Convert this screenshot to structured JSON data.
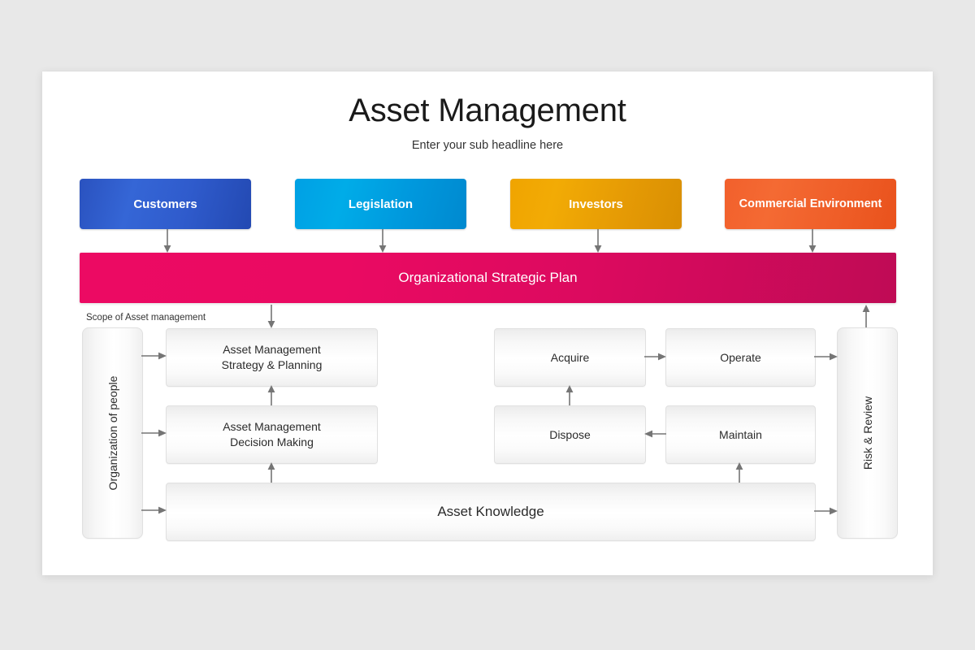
{
  "slide": {
    "title": "Asset Management",
    "subtitle": "Enter your sub headline here",
    "background_color": "#e8e8e8",
    "card_color": "#ffffff"
  },
  "drivers": {
    "boxes": [
      {
        "label": "Customers",
        "color": "#2f5bcc"
      },
      {
        "label": "Legislation",
        "color": "#0098dd"
      },
      {
        "label": "Investors",
        "color": "#e59a05"
      },
      {
        "label": "Commercial Environment",
        "color": "#ef5e28"
      }
    ]
  },
  "strategic_plan": {
    "label": "Organizational Strategic Plan",
    "color": "#dc0a5f"
  },
  "scope": {
    "caption": "Scope of Asset management"
  },
  "pillars": {
    "left_vertical": "Organization of people",
    "right_vertical": "Risk & Review"
  },
  "process": {
    "strategy": "Asset Management\nStrategy & Planning",
    "strategy_line1": "Asset Management",
    "strategy_line2": "Strategy & Planning",
    "decision_line1": "Asset Management",
    "decision_line2": "Decision Making",
    "knowledge": "Asset Knowledge"
  },
  "lifecycle": {
    "acquire": "Acquire",
    "operate": "Operate",
    "maintain": "Maintain",
    "dispose": "Dispose"
  },
  "chart_data": {
    "type": "diagram",
    "title": "Asset Management",
    "subtitle": "Enter your sub headline here",
    "nodes": [
      {
        "id": "customers",
        "label": "Customers",
        "group": "drivers",
        "color": "#2f5bcc"
      },
      {
        "id": "legislation",
        "label": "Legislation",
        "group": "drivers",
        "color": "#0098dd"
      },
      {
        "id": "investors",
        "label": "Investors",
        "group": "drivers",
        "color": "#e59a05"
      },
      {
        "id": "commercial",
        "label": "Commercial Environment",
        "group": "drivers",
        "color": "#ef5e28"
      },
      {
        "id": "strategic",
        "label": "Organizational Strategic Plan",
        "group": "plan",
        "color": "#dc0a5f"
      },
      {
        "id": "org_people",
        "label": "Organization of people",
        "group": "pillar",
        "color": "#f2f2f2"
      },
      {
        "id": "risk_review",
        "label": "Risk & Review",
        "group": "pillar",
        "color": "#f2f2f2"
      },
      {
        "id": "strategy",
        "label": "Asset Management Strategy & Planning",
        "group": "process",
        "color": "#f2f2f2"
      },
      {
        "id": "decision",
        "label": "Asset Management Decision Making",
        "group": "process",
        "color": "#f2f2f2"
      },
      {
        "id": "knowledge",
        "label": "Asset Knowledge",
        "group": "process",
        "color": "#f2f2f2"
      },
      {
        "id": "acquire",
        "label": "Acquire",
        "group": "lifecycle",
        "color": "#f2f2f2"
      },
      {
        "id": "operate",
        "label": "Operate",
        "group": "lifecycle",
        "color": "#f2f2f2"
      },
      {
        "id": "maintain",
        "label": "Maintain",
        "group": "lifecycle",
        "color": "#f2f2f2"
      },
      {
        "id": "dispose",
        "label": "Dispose",
        "group": "lifecycle",
        "color": "#f2f2f2"
      }
    ],
    "edges": [
      {
        "from": "customers",
        "to": "strategic",
        "direction": "down"
      },
      {
        "from": "legislation",
        "to": "strategic",
        "direction": "down"
      },
      {
        "from": "investors",
        "to": "strategic",
        "direction": "down"
      },
      {
        "from": "commercial",
        "to": "strategic",
        "direction": "down"
      },
      {
        "from": "strategic",
        "to": "strategy",
        "direction": "down"
      },
      {
        "from": "org_people",
        "to": "strategy",
        "direction": "right"
      },
      {
        "from": "org_people",
        "to": "decision",
        "direction": "right"
      },
      {
        "from": "org_people",
        "to": "knowledge",
        "direction": "right"
      },
      {
        "from": "decision",
        "to": "strategy",
        "direction": "up"
      },
      {
        "from": "knowledge",
        "to": "decision",
        "direction": "up"
      },
      {
        "from": "knowledge",
        "to": "maintain",
        "direction": "up"
      },
      {
        "from": "knowledge",
        "to": "risk_review",
        "direction": "right"
      },
      {
        "from": "acquire",
        "to": "operate",
        "direction": "right"
      },
      {
        "from": "operate",
        "to": "risk_review",
        "direction": "right"
      },
      {
        "from": "maintain",
        "to": "dispose",
        "direction": "left"
      },
      {
        "from": "dispose",
        "to": "acquire",
        "direction": "up"
      },
      {
        "from": "risk_review",
        "to": "strategic",
        "direction": "up"
      }
    ]
  }
}
